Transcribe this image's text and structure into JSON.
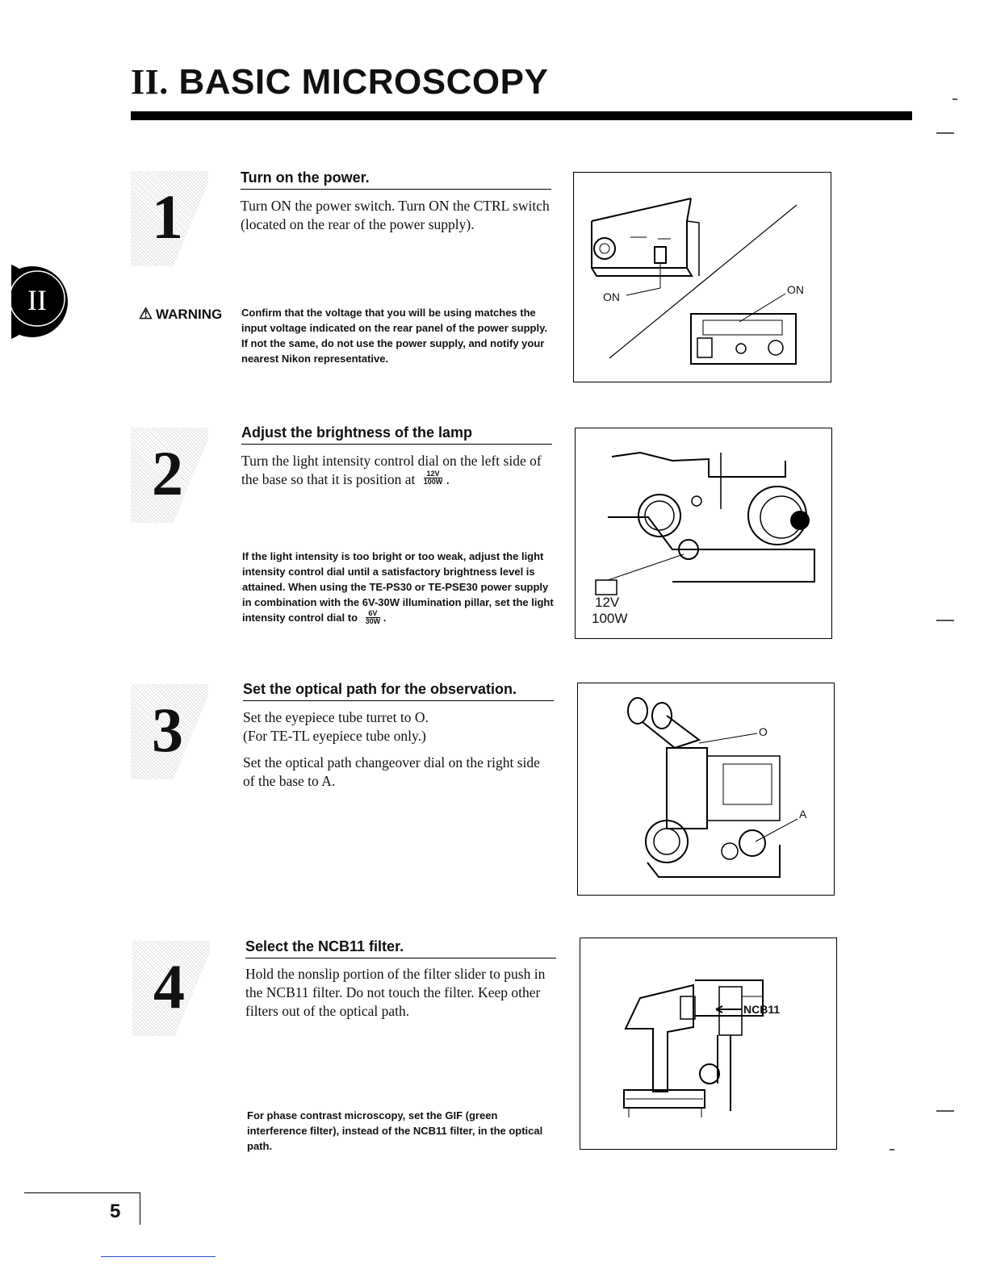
{
  "header": {
    "numeral": "II.",
    "title": "BASIC MICROSCOPY"
  },
  "chapter_tab": {
    "label": "II"
  },
  "steps": [
    {
      "number": "1",
      "heading": "Turn on the power.",
      "body": "Turn ON the power switch.  Turn ON the CTRL switch (located on the rear of the power supply).",
      "warning_label": "WARNING",
      "warning_text": "Confirm that the voltage that you will be using matches the input voltage indicated on the rear panel of the power supply.  If not the same, do not use the power supply, and notify your nearest Nikon representative.",
      "figure_labels": {
        "front_switch": "ON",
        "rear_switch": "ON"
      }
    },
    {
      "number": "2",
      "heading": "Adjust the brightness of the lamp",
      "body": "Turn the light intensity control dial on the left side of the base so that it is position at",
      "dial_voltage": "12V",
      "dial_wattage": "100W",
      "note": "If the light intensity is too bright or too weak, adjust the light intensity control dial until a satisfactory brightness level is attained. When using the TE-PS30 or TE-PSE30 power supply in combination with the 6V-30W illumination pillar, set the light intensity control dial to",
      "note_dial_voltage": "6V",
      "note_dial_wattage": "30W",
      "figure_labels": {
        "voltage": "12V",
        "wattage": "100W"
      }
    },
    {
      "number": "3",
      "heading": "Set the optical path for the observation.",
      "body_1": "Set the eyepiece tube turret to O.",
      "body_1b": "(For TE-TL eyepiece tube only.)",
      "body_2": "Set the optical path changeover dial on the right side of the base to A.",
      "figure_labels": {
        "turret": "O",
        "dial": "A"
      }
    },
    {
      "number": "4",
      "heading": "Select the NCB11 filter.",
      "body": "Hold the nonslip portion of the filter slider to push in the NCB11 filter. Do not touch the filter. Keep other filters out of the optical path.",
      "note": "For phase contrast microscopy, set the GIF (green interference filter), instead of the NCB11 filter, in the optical path.",
      "figure_labels": {
        "filter": "NCB11"
      }
    }
  ],
  "footer": {
    "page_number": "5"
  }
}
